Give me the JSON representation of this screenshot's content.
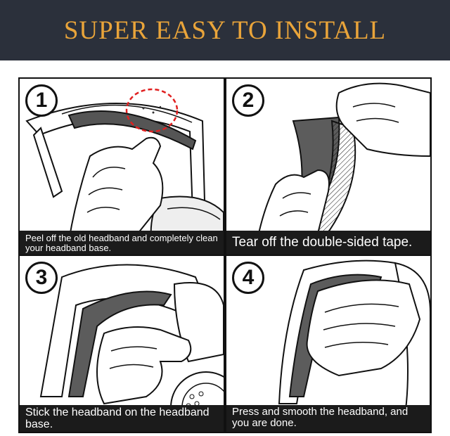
{
  "banner": {
    "title": "SUPER EASY TO INSTALL"
  },
  "steps": [
    {
      "number": "1",
      "caption": "Peel off the old headband and completely clean your headband base."
    },
    {
      "number": "2",
      "caption": "Tear off the double-sided tape."
    },
    {
      "number": "3",
      "caption": "Stick the headband on the headband base."
    },
    {
      "number": "4",
      "caption": "Press and smooth the headband, and you are done."
    }
  ],
  "colors": {
    "banner_bg": "#2b303b",
    "title": "#e9a43a",
    "caption_bg": "#1b1b1b",
    "pad": "#6b6b6b",
    "marker": "#e02020"
  }
}
